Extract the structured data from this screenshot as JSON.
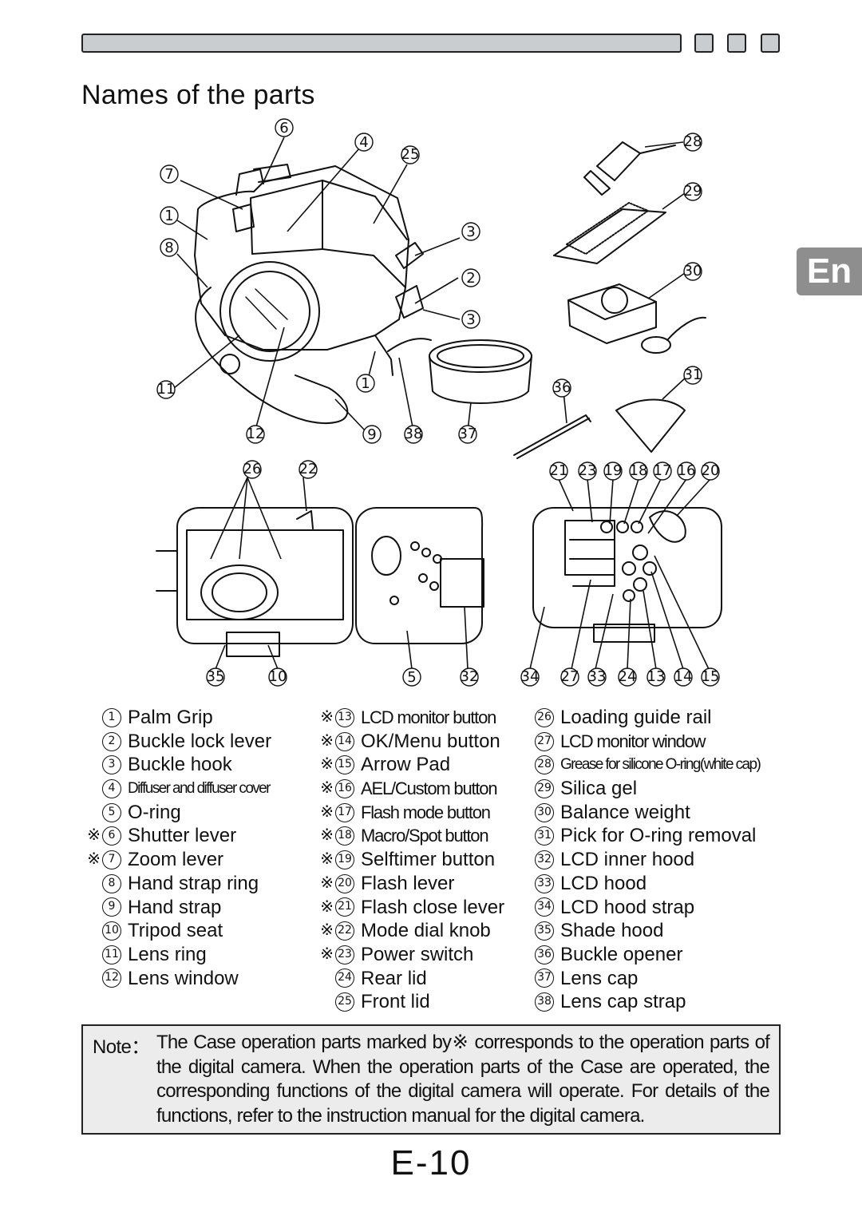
{
  "section_title": "Names of the parts",
  "language_tab": "En",
  "parts_col1": [
    {
      "mark": "",
      "num": "1",
      "label": "Palm Grip",
      "style": ""
    },
    {
      "mark": "",
      "num": "2",
      "label": "Buckle lock lever",
      "style": ""
    },
    {
      "mark": "",
      "num": "3",
      "label": "Buckle hook",
      "style": ""
    },
    {
      "mark": "",
      "num": "4",
      "label": "Diffuser and diffuser cover",
      "style": "tiny"
    },
    {
      "mark": "",
      "num": "5",
      "label": "O-ring",
      "style": ""
    },
    {
      "mark": "※",
      "num": "6",
      "label": "Shutter lever",
      "style": ""
    },
    {
      "mark": "※",
      "num": "7",
      "label": "Zoom lever",
      "style": ""
    },
    {
      "mark": "",
      "num": "8",
      "label": "Hand strap ring",
      "style": ""
    },
    {
      "mark": "",
      "num": "9",
      "label": "Hand strap",
      "style": ""
    },
    {
      "mark": "",
      "num": "10",
      "label": "Tripod seat",
      "style": ""
    },
    {
      "mark": "",
      "num": "11",
      "label": "Lens ring",
      "style": ""
    },
    {
      "mark": "",
      "num": "12",
      "label": "Lens window",
      "style": ""
    }
  ],
  "parts_col2": [
    {
      "mark": "※",
      "num": "13",
      "label": "LCD monitor button",
      "style": "narrow"
    },
    {
      "mark": "※",
      "num": "14",
      "label": "OK/Menu button",
      "style": ""
    },
    {
      "mark": "※",
      "num": "15",
      "label": "Arrow Pad",
      "style": ""
    },
    {
      "mark": "※",
      "num": "16",
      "label": "AEL/Custom button",
      "style": "narrow"
    },
    {
      "mark": "※",
      "num": "17",
      "label": "Flash mode button",
      "style": "narrow"
    },
    {
      "mark": "※",
      "num": "18",
      "label": "Macro/Spot button",
      "style": "narrow"
    },
    {
      "mark": "※",
      "num": "19",
      "label": "Selftimer button",
      "style": ""
    },
    {
      "mark": "※",
      "num": "20",
      "label": "Flash lever",
      "style": ""
    },
    {
      "mark": "※",
      "num": "21",
      "label": "Flash close lever",
      "style": ""
    },
    {
      "mark": "※",
      "num": "22",
      "label": "Mode dial knob",
      "style": ""
    },
    {
      "mark": "※",
      "num": "23",
      "label": "Power switch",
      "style": ""
    },
    {
      "mark": "",
      "num": "24",
      "label": "Rear lid",
      "style": ""
    },
    {
      "mark": "",
      "num": "25",
      "label": "Front lid",
      "style": ""
    }
  ],
  "parts_col3": [
    {
      "mark": "",
      "num": "26",
      "label": "Loading guide rail",
      "style": ""
    },
    {
      "mark": "",
      "num": "27",
      "label": "LCD monitor window",
      "style": "narrow"
    },
    {
      "mark": "",
      "num": "28",
      "label": "Grease for silicone O-ring(white cap)",
      "style": "tiny"
    },
    {
      "mark": "",
      "num": "29",
      "label": "Silica gel",
      "style": ""
    },
    {
      "mark": "",
      "num": "30",
      "label": "Balance weight",
      "style": ""
    },
    {
      "mark": "",
      "num": "31",
      "label": "Pick for O-ring removal",
      "style": ""
    },
    {
      "mark": "",
      "num": "32",
      "label": "LCD inner hood",
      "style": ""
    },
    {
      "mark": "",
      "num": "33",
      "label": "LCD hood",
      "style": ""
    },
    {
      "mark": "",
      "num": "34",
      "label": "LCD hood strap",
      "style": ""
    },
    {
      "mark": "",
      "num": "35",
      "label": "Shade hood",
      "style": ""
    },
    {
      "mark": "",
      "num": "36",
      "label": "Buckle opener",
      "style": ""
    },
    {
      "mark": "",
      "num": "37",
      "label": "Lens cap",
      "style": ""
    },
    {
      "mark": "",
      "num": "38",
      "label": "Lens cap strap",
      "style": ""
    }
  ],
  "note": {
    "lead": "Note：",
    "text": "The Case operation parts marked by※ corresponds to the operation parts of the digital camera. When the operation parts of the Case are operated, the corresponding functions of the digital camera will operate. For details of the functions, refer to the instruction manual for the digital camera."
  },
  "page_number": "E-10"
}
